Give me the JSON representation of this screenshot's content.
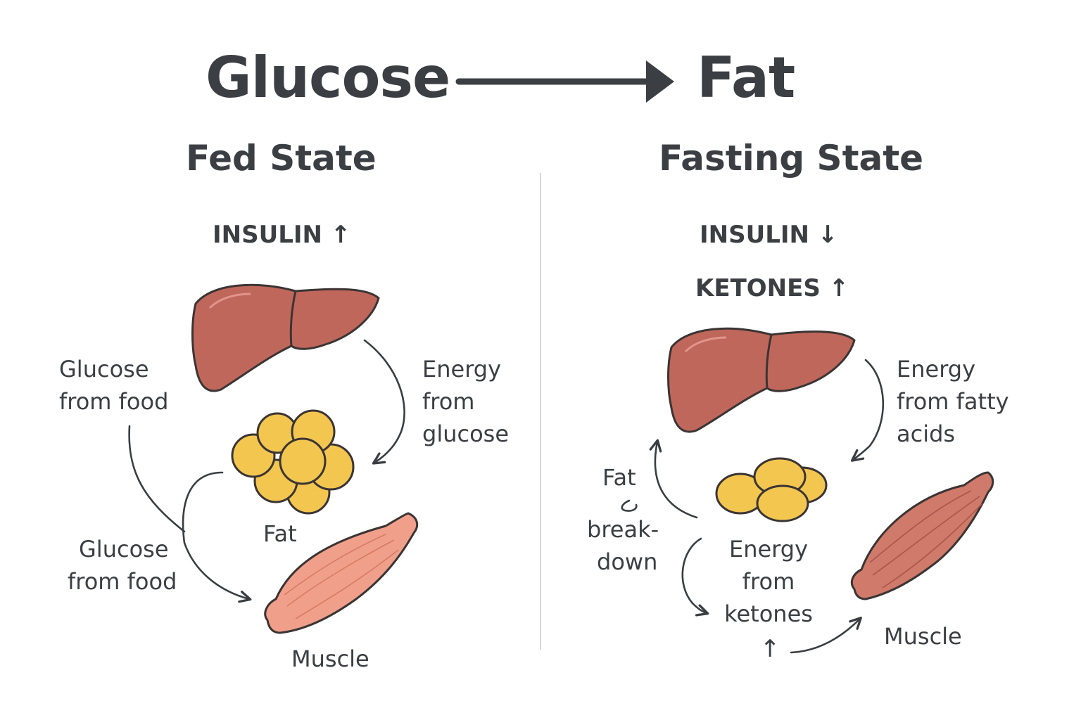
{
  "header": {
    "left_word": "Glucose",
    "right_word": "Fat",
    "arrow_icon": "right-arrow-icon"
  },
  "fed": {
    "title": "Fed State",
    "insulin": "INSULIN ↑",
    "label_glucose_top": [
      "Glucose",
      "from food"
    ],
    "label_energy": [
      "Energy",
      "from",
      "glucose"
    ],
    "label_fat": "Fat",
    "label_glucose_bottom": [
      "Glucose",
      "from food"
    ],
    "label_muscle": "Muscle"
  },
  "fasting": {
    "title": "Fasting State",
    "insulin": "INSULIN ↓",
    "ketones": "KETONES ↑",
    "label_energy_fatty": [
      "Energy",
      "from fatty",
      "acids"
    ],
    "label_fat_breakdown": [
      "Fat",
      "break-",
      "down"
    ],
    "label_energy_ketones": [
      "Energy",
      "from",
      "ketones"
    ],
    "ketone_up_arrow": "↑",
    "label_muscle": "Muscle"
  },
  "colors": {
    "text": "#3b3e43",
    "liver": "#c0675c",
    "liver_stroke": "#3b3434",
    "fat": "#f3c74f",
    "muscle_fed": "#f0a08a",
    "muscle_fasting": "#cf7a6a",
    "divider": "#d6d6d6",
    "arrow": "#3a3d42"
  }
}
